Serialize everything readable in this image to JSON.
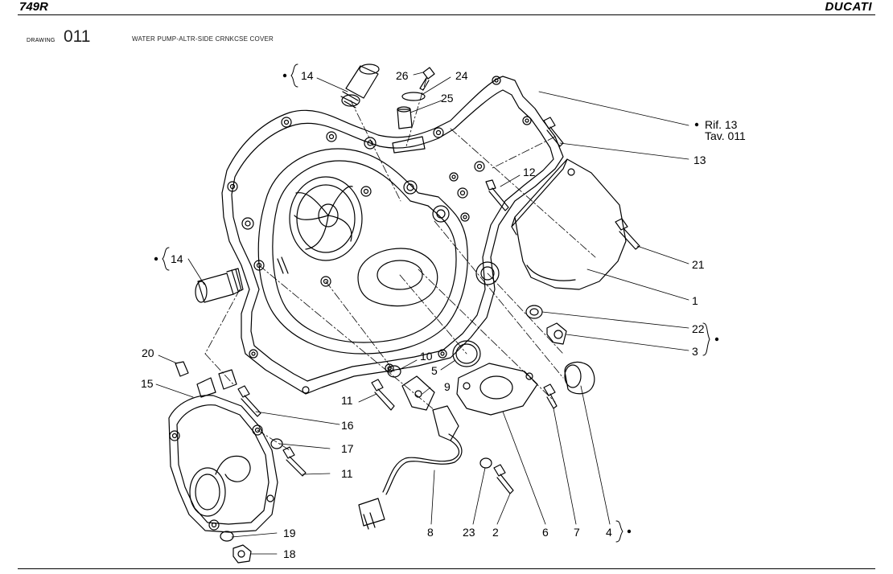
{
  "header": {
    "model": "749R",
    "brand": "DUCATI"
  },
  "drawing": {
    "label": "DRAWING",
    "number": "011",
    "title": "WATER PUMP-ALTR-SIDE CRNKCSE COVER"
  },
  "callouts": {
    "c14a": "14",
    "c26": "26",
    "c24": "24",
    "c25": "25",
    "rif13": "Rif. 13",
    "tav011": "Tav. 011",
    "c13": "13",
    "c12": "12",
    "c14b": "14",
    "c21": "21",
    "c1": "1",
    "c22": "22",
    "c3": "3",
    "c20": "20",
    "c10": "10",
    "c5": "5",
    "c15": "15",
    "c9": "9",
    "c11a": "11",
    "c16": "16",
    "c17": "17",
    "c11b": "11",
    "c19": "19",
    "c18": "18",
    "c8": "8",
    "c23": "23",
    "c2": "2",
    "c6": "6",
    "c7": "7",
    "c4": "4"
  }
}
